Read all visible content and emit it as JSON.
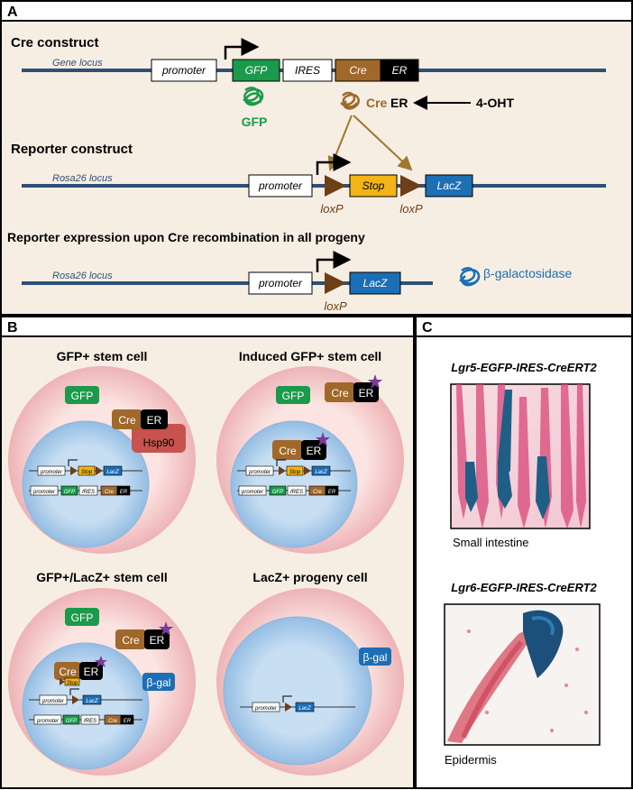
{
  "panelA": {
    "letter": "A",
    "cre_title": "Cre construct",
    "gene_locus": "Gene locus",
    "promoter": "promoter",
    "gfp": "GFP",
    "ires": "IRES",
    "cre": "Cre",
    "er": "ER",
    "gfp_protein": "GFP",
    "cre_protein_a": "Cre",
    "cre_protein_b": "ER",
    "ohT": "4-OHT",
    "reporter_title": "Reporter construct",
    "rosa_locus": "Rosa26 locus",
    "stop": "Stop",
    "lacz": "LacZ",
    "loxp": "loxP",
    "expr_title": "Reporter expression upon Cre recombination in all progeny",
    "bgal": "β-galactosidase"
  },
  "panelB": {
    "letter": "B",
    "cells": [
      {
        "title": "GFP+ stem cell"
      },
      {
        "title": "Induced GFP+ stem cell"
      },
      {
        "title": "GFP+/LacZ+ stem cell"
      },
      {
        "title": "LacZ+ progeny cell"
      }
    ],
    "gfp": "GFP",
    "cre": "Cre",
    "er": "ER",
    "hsp90": "Hsp90",
    "bgal": "β-gal",
    "mini_promoter": "promoter",
    "mini_stop": "Stop",
    "mini_lacz": "LacZ",
    "mini_gfp": "GFP",
    "mini_ires": "IRES",
    "mini_cre": "Cre",
    "mini_er": "ER"
  },
  "panelC": {
    "letter": "C",
    "title1": "Lgr5-EGFP-IRES-CreERT2",
    "caption1": "Small intestine",
    "title2": "Lgr6-EGFP-IRES-CreERT2",
    "caption2": "Epidermis"
  },
  "colors": {
    "panelBg": "#f7eee3",
    "line": "#2e5077",
    "gfp": "#1a9a4a",
    "cre": "#a0682a",
    "stop": "#f2b416",
    "lacz": "#1c6eb5",
    "loxp": "#6e3f17",
    "cellOuter": "#f3c7c9",
    "nucleus": "#b9d6f1",
    "hsp90": "#c8524d",
    "star": "#7a3b9c"
  }
}
